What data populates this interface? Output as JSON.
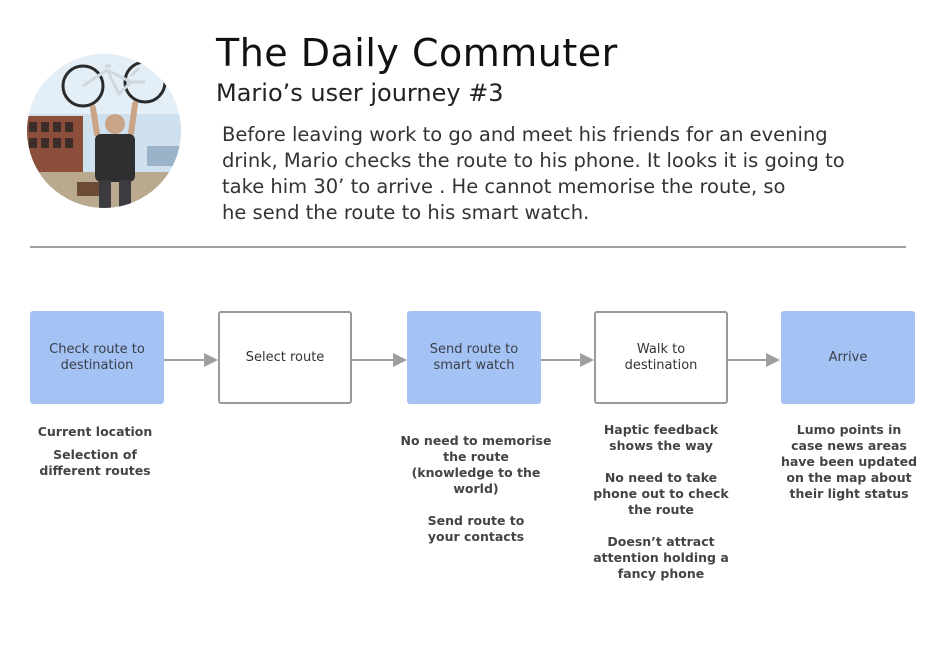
{
  "header": {
    "title": "The Daily Commuter",
    "subtitle": "Mario’s user journey #3",
    "description_lines": [
      "Before leaving work to go and meet his friends for an evening",
      "drink, Mario checks the route to his phone. It looks it is going to",
      "take him 30’ to arrive . He cannot memorise the route, so",
      "he send the route to his smart watch."
    ]
  },
  "avatar": {
    "icon": "person-lifting-bicycle-photo"
  },
  "colors": {
    "step_fill": "#a4c2f4",
    "step_border": "#9a9a9a",
    "arrow": "#9e9e9e",
    "divider": "#9e9e9e"
  },
  "steps": [
    {
      "label": "Check route to destination",
      "style": "filled"
    },
    {
      "label": "Select route",
      "style": "outline"
    },
    {
      "label": "Send route to smart watch",
      "style": "filled"
    },
    {
      "label": "Walk to destination",
      "style": "outline"
    },
    {
      "label": "Arrive",
      "style": "filled"
    }
  ],
  "notes": [
    {
      "lines": [
        "Current location",
        "",
        "Selection of",
        "different routes"
      ]
    },
    {
      "lines": []
    },
    {
      "lines": [
        "No need to memorise",
        "the route",
        "(knowledge to the",
        "world)",
        "",
        "Send route to",
        "your contacts"
      ]
    },
    {
      "lines": [
        "Haptic feedback",
        "shows the way",
        "",
        "No need to take",
        "phone out to check",
        "the route",
        "",
        "Doesn’t attract",
        "attention holding a",
        "fancy phone"
      ]
    },
    {
      "lines": [
        "Lumo points in",
        "case news areas",
        "have been updated",
        "on the map about",
        "their light status"
      ]
    }
  ]
}
